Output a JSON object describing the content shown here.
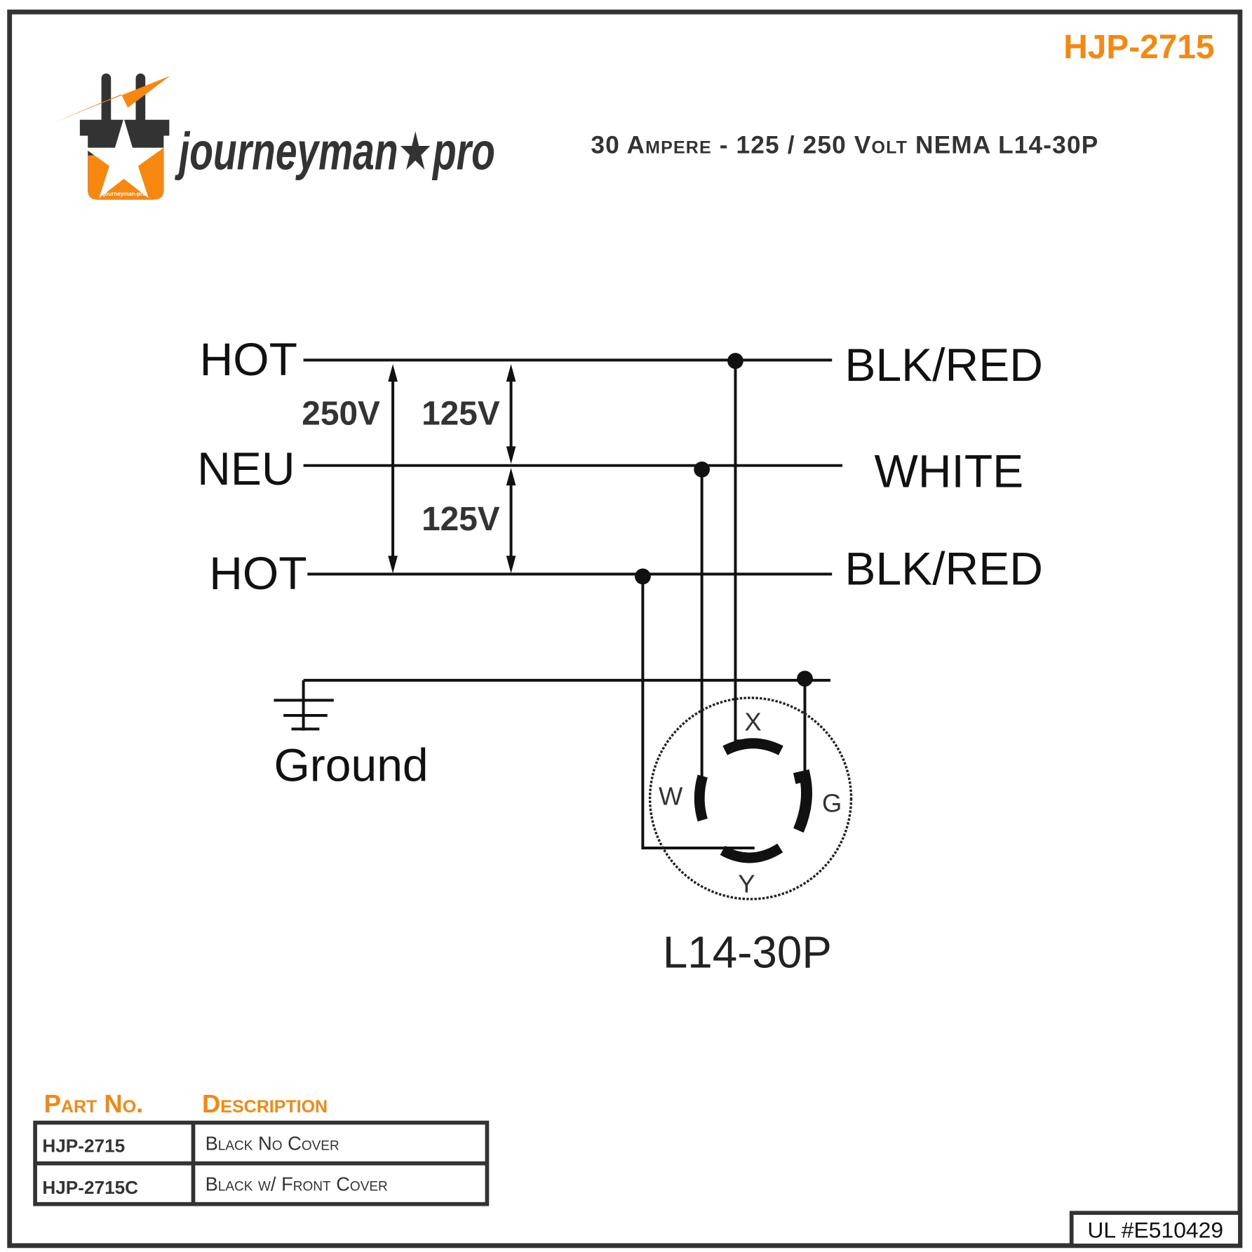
{
  "header": {
    "part_number": "HJP-2715",
    "title": "30 Ampere - 125 / 250 Volt NEMA L14-30P",
    "logo_text": "journeyman★pro",
    "logo_badge_text": "journeyman-pro"
  },
  "diagram": {
    "left_labels": [
      "HOT",
      "NEU",
      "HOT"
    ],
    "right_labels": [
      "BLK/RED",
      "WHITE",
      "BLK/RED"
    ],
    "voltages": {
      "hot_to_hot": "250V",
      "hot_to_neutral_top": "125V",
      "neutral_to_hot_bottom": "125V"
    },
    "ground_label": "Ground",
    "pins": {
      "x": "X",
      "w": "W",
      "g": "G",
      "y": "Y"
    },
    "plug_model": "L14-30P"
  },
  "table": {
    "headers": [
      "Part No.",
      "Description"
    ],
    "rows": [
      {
        "part": "HJP-2715",
        "description": "Black No Cover"
      },
      {
        "part": "HJP-2715C",
        "description": "Black w/ Front Cover"
      }
    ]
  },
  "certification": "UL #E510429",
  "colors": {
    "accent": "#f7870f",
    "dark": "#333333"
  }
}
